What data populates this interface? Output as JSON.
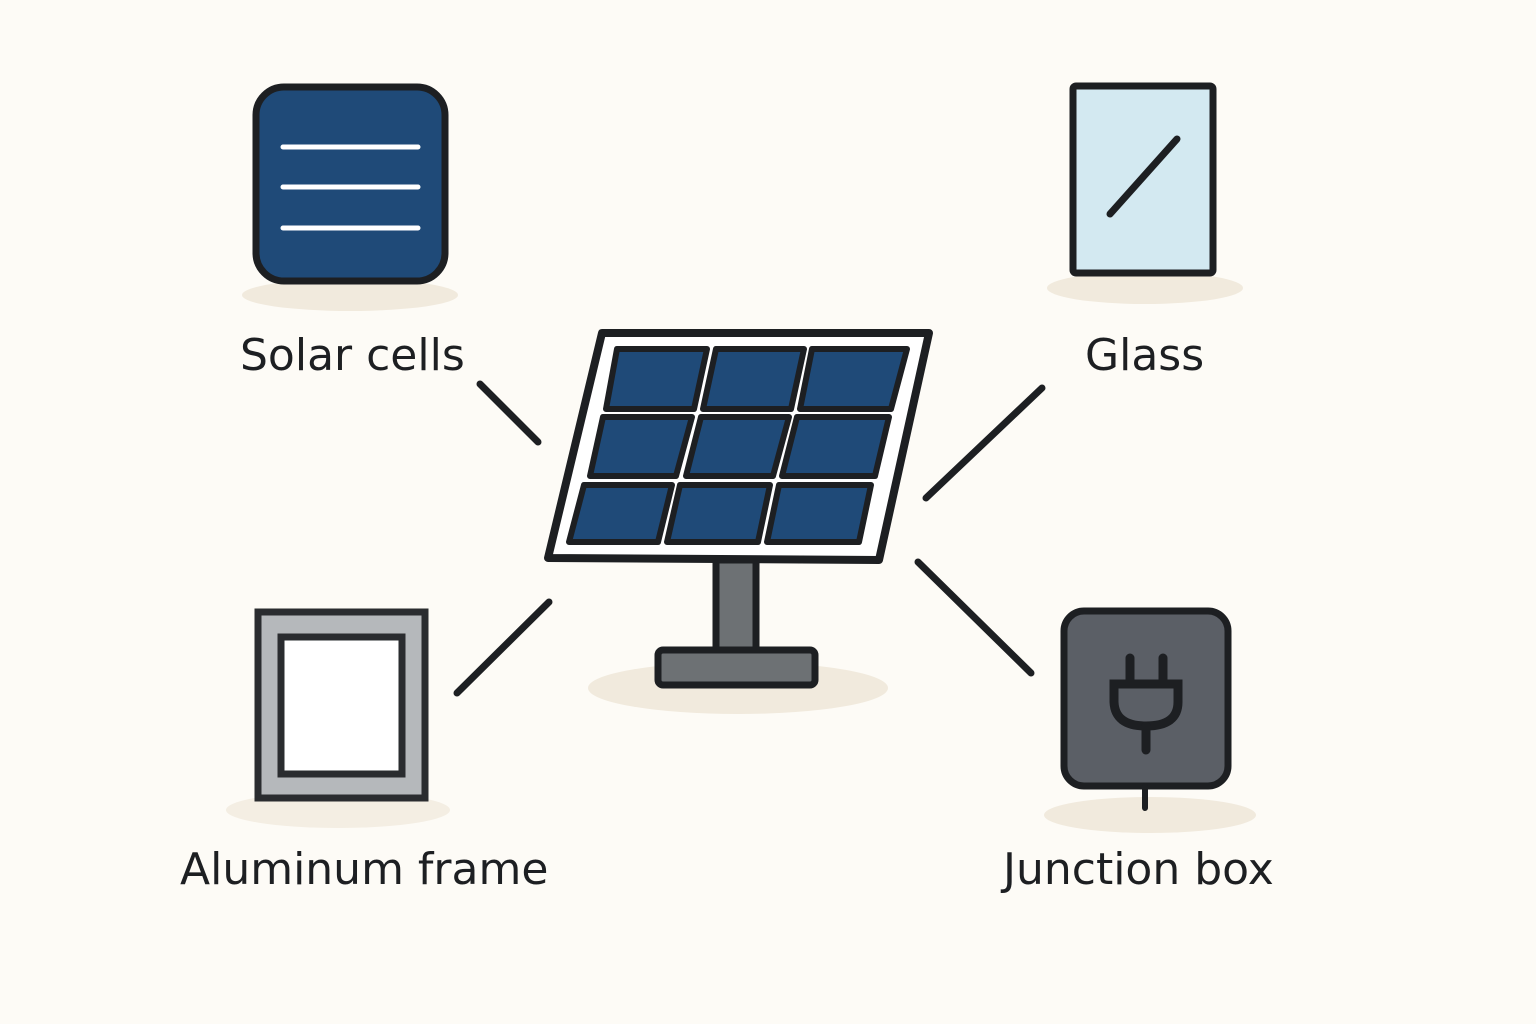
{
  "colors": {
    "background": "#fdfbf6",
    "outline": "#1d1f22",
    "cell_blue": "#1f4a78",
    "glass_tint": "#d3e9f1",
    "frame_gray": "#b5b8bb",
    "junction_gray": "#5b5f66",
    "stand_gray": "#6d7174",
    "shadow": "#f1eadd"
  },
  "center": {
    "icon": "solar-panel-icon"
  },
  "components": [
    {
      "id": "solar_cells",
      "label": "Solar cells",
      "icon": "solar-cell-icon"
    },
    {
      "id": "glass",
      "label": "Glass",
      "icon": "glass-pane-icon"
    },
    {
      "id": "aluminum_frame",
      "label": "Aluminum frame",
      "icon": "aluminum-frame-icon"
    },
    {
      "id": "junction_box",
      "label": "Junction box",
      "icon": "junction-box-icon"
    }
  ]
}
